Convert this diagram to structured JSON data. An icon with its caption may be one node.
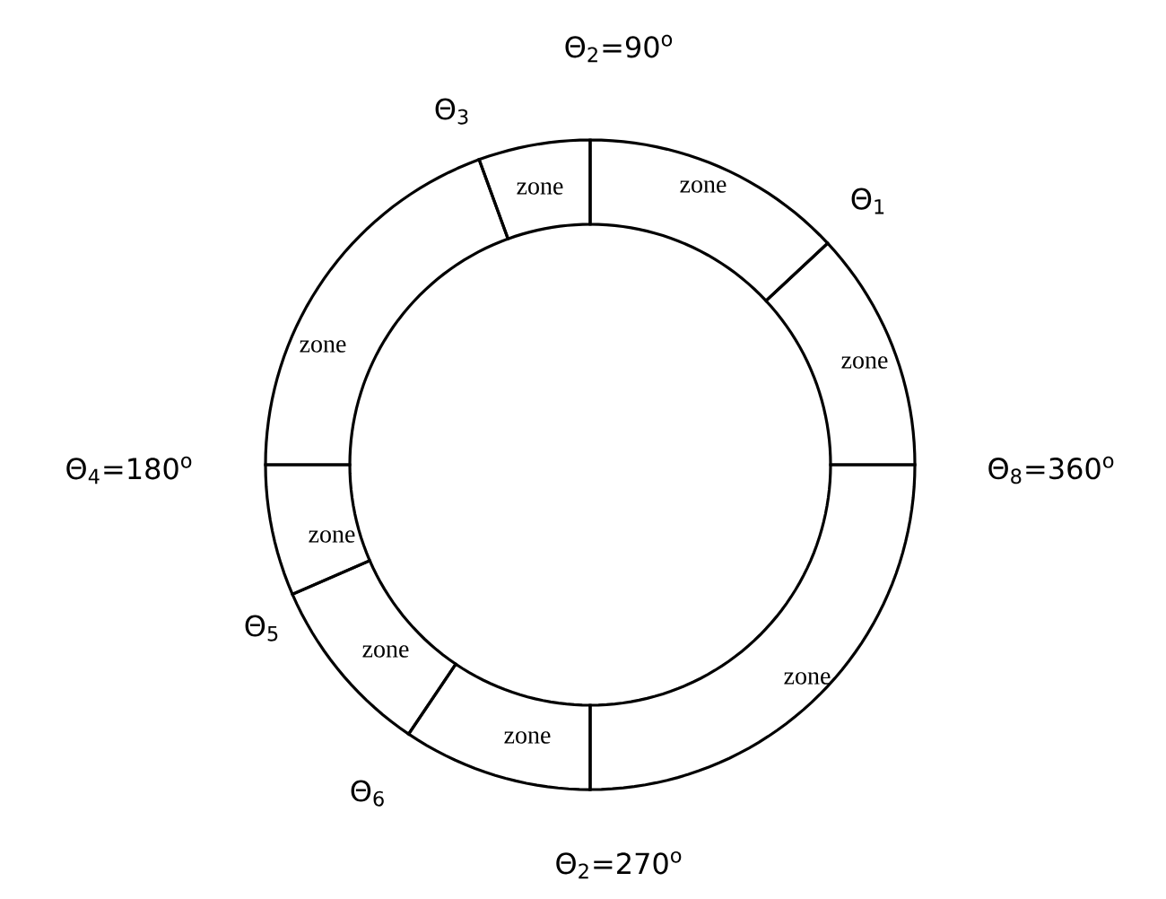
{
  "diagram": {
    "nodes": [
      {
        "text": [
          "zone"
        ]
      },
      {
        "text": [
          "zone"
        ]
      },
      {
        "text": [
          "zone"
        ]
      },
      {
        "text": [
          "zone"
        ]
      },
      {
        "text": [
          "zone"
        ]
      },
      {
        "text": [
          "zone"
        ]
      },
      {
        "text": [
          "zone"
        ]
      },
      {
        "text": [
          "zone"
        ]
      }
    ],
    "labels": [
      "Θ$_{2}$=90$^{o}$",
      "Θ$_{3}$",
      "Θ$_{1}$",
      "Θ$_{4}$=180$^{o}$",
      "Θ$_{8}$=360$^{o}$",
      "Θ$_{5}$",
      "Θ$_{6}$",
      "Θ$_{2}$=270$^{o}$"
    ]
  }
}
